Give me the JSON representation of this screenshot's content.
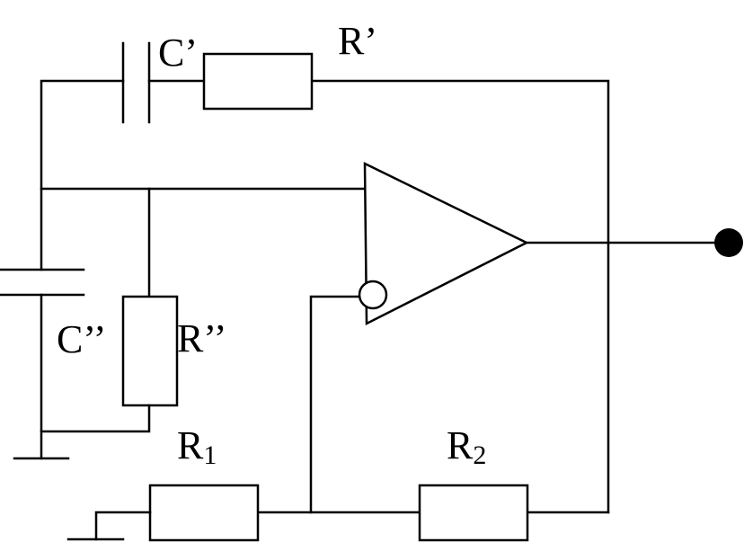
{
  "labels": {
    "c1": "C’",
    "r1": "R’",
    "c2": "C’’",
    "r2": "R’’",
    "ra": {
      "main": "R",
      "sub": "1"
    },
    "rb": {
      "main": "R",
      "sub": "2"
    }
  },
  "icons": {
    "output_terminal": "filled-circle-terminal",
    "inverting_input": "hollow-circle-inversion-mark",
    "ground": "ground-bar"
  },
  "colors": {
    "ink": "#000000",
    "paper": "#ffffff"
  }
}
